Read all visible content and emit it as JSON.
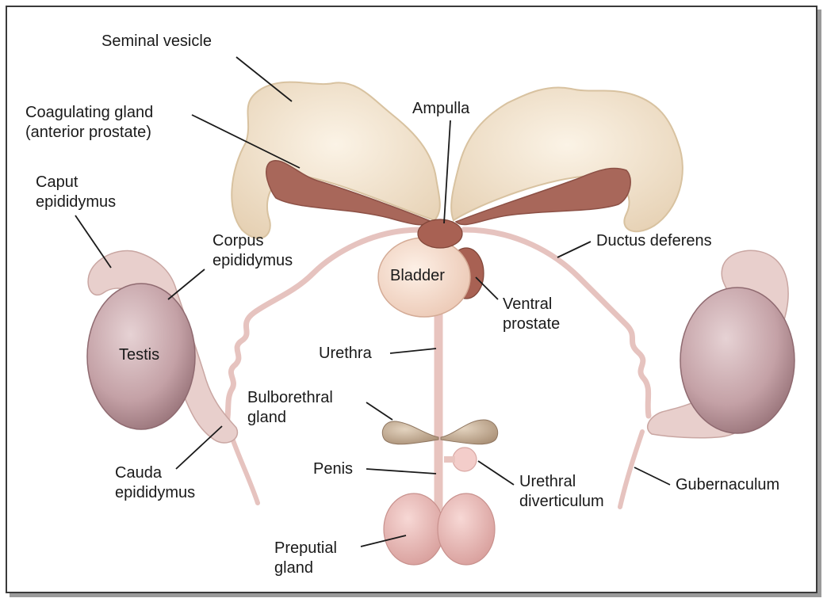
{
  "labels": {
    "seminal_vesicle": "Seminal vesicle",
    "coagulating_gland_1": "Coagulating gland",
    "coagulating_gland_2": "(anterior prostate)",
    "ampulla": "Ampulla",
    "caput_1": "Caput",
    "caput_2": "epididymus",
    "corpus_1": "Corpus",
    "corpus_2": "epididymus",
    "bladder": "Bladder",
    "ductus_deferens": "Ductus deferens",
    "ventral_prostate_1": "Ventral",
    "ventral_prostate_2": "prostate",
    "testis": "Testis",
    "urethra": "Urethra",
    "bulborethral_1": "Bulborethral",
    "bulborethral_2": "gland",
    "cauda_1": "Cauda",
    "cauda_2": "epididymus",
    "penis": "Penis",
    "urethral_div_1": "Urethral",
    "urethral_div_2": "diverticulum",
    "gubernaculum": "Gubernaculum",
    "preputial_1": "Preputial",
    "preputial_2": "gland"
  },
  "colors": {
    "seminal_vesicle": "#f1e4cf",
    "coagulating_gland": "#a8675a",
    "testis": "#c4a1a6",
    "epididymus": "#e8cfcc",
    "duct": "#e9c8c4",
    "bladder": "#f7dccb",
    "prostate": "#a86153",
    "bulborethral": "#c9b49c",
    "preputial": "#eec0bc",
    "leader_line": "#1a1a1a"
  }
}
